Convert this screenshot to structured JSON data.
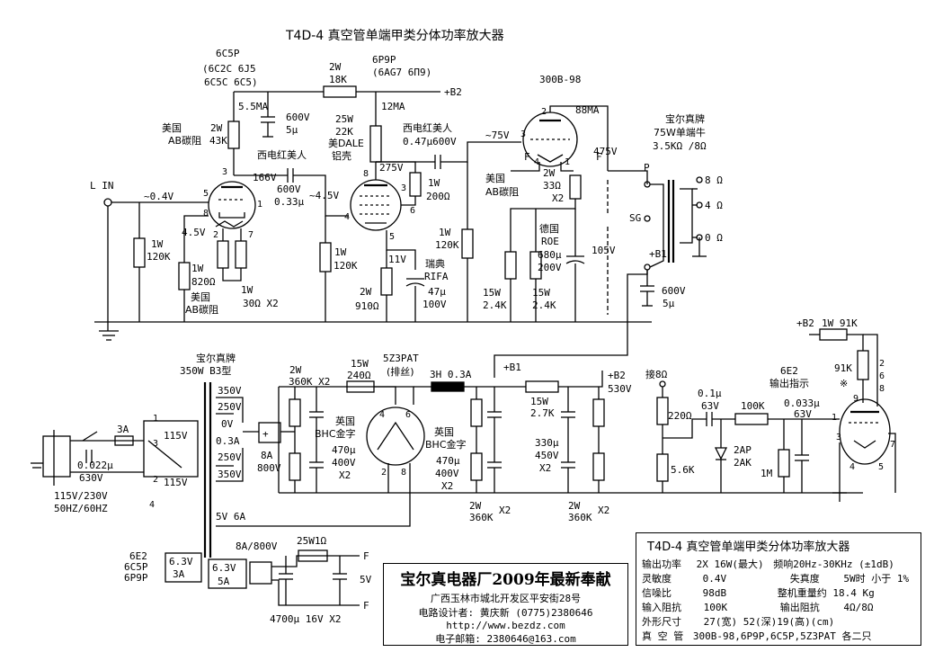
{
  "title": "T4D-4 真空管单端甲类分体功率放大器",
  "stage1": {
    "tube": "6C5P",
    "subs_1": "(6C2C 6J5",
    "subs_2": "6C5C 6C5)",
    "current": "5.5MA",
    "plate_res_brand_1": "美国",
    "plate_res_brand_2": "AB碳阻",
    "plate_res_value": "43K",
    "plate_res_power": "2W",
    "plate_voltage": "166V",
    "grid_voltage": "~0.4V",
    "cathode_voltage": "4.5V",
    "grid_res_power": "1W",
    "grid_res_value": "120K",
    "cathode_res_power": "1W",
    "cathode_res_value": "820Ω",
    "cathode_res_brand_1": "美国",
    "cathode_res_brand_2": "AB碳阻",
    "heater_res": "1W",
    "heater_res_value": "30Ω X2",
    "input_label": "L IN"
  },
  "decoupling": {
    "res_power": "2W",
    "res_value": "18K",
    "cap_voltage": "600V",
    "cap_value": "5μ",
    "b2_label": "+B2"
  },
  "coupling1": {
    "brand": "西电红美人",
    "voltage": "600V",
    "value": "0.33μ",
    "ac_level": "~4.5V",
    "grid_res_power": "1W",
    "grid_res_value": "120K"
  },
  "stage2": {
    "tube": "6P9P",
    "subs": "(6AG7 6П9)",
    "current": "12MA",
    "plate_res_power": "25W",
    "plate_res_value": "22K",
    "plate_res_brand_1": "美DALE",
    "plate_res_brand_2": "铝壳",
    "plate_voltage": "275V",
    "screen_res_power": "1W",
    "screen_res_value": "200Ω",
    "cathode_voltage": "11V",
    "cathode_res_power": "2W",
    "cathode_res_value": "910Ω",
    "cap_brand_1": "瑞典",
    "cap_brand_2": "RIFA",
    "cap_value": "47μ",
    "cap_voltage": "100V"
  },
  "coupling2": {
    "brand": "西电红美人",
    "value": "0.47μ600V",
    "ac_level": "~75V",
    "grid_res_power": "1W",
    "grid_res_value": "120K"
  },
  "output": {
    "tube": "300B-98",
    "current": "88MA",
    "plate_voltage": "475V",
    "cathode_voltage": "105V",
    "res_brand_1": "美国",
    "res_brand_2": "AB碳阻",
    "res_power": "2W",
    "res_value": "33Ω",
    "res_count": "X2",
    "cap_brand_1": "德国",
    "cap_brand_2": "ROE",
    "cap_value": "680μ",
    "cap_voltage": "200V",
    "bias_res_1": "15W",
    "bias_res_1_value": "2.4K",
    "bias_res_2": "15W",
    "bias_res_2_value": "2.4K",
    "f_left": "F",
    "f_right": "F"
  },
  "transformer": {
    "brand": "宝尔真牌",
    "type": "75W单端牛",
    "ratio": "3.5KΩ /8Ω",
    "p": "P",
    "sg": "SG",
    "b1": "+B1",
    "taps": [
      "8 Ω",
      "4 Ω",
      "0 Ω"
    ],
    "cap_voltage": "600V",
    "cap_value": "5μ"
  },
  "power": {
    "brand": "宝尔真牌",
    "type": "350W B3型",
    "primary_1": "115V",
    "primary_2": "115V",
    "fuse": "3A",
    "cap": "0.022μ",
    "cap_v": "630V",
    "mains_1": "115V/230V",
    "mains_2": "50HZ/60HZ",
    "pins": [
      "1",
      "3",
      "2",
      "4"
    ],
    "sec": [
      "350V",
      "250V",
      "0V",
      "0.3A",
      "250V",
      "350V"
    ],
    "fuse2": "8A",
    "fuse2_v": "800V",
    "bleed_power": "2W",
    "bleed": "360K X2",
    "brand_cap_1": "英国",
    "brand_cap_2": "BHC金字",
    "cap_1": "470μ",
    "cap_1_v": "400V",
    "cap_1_x": "X2",
    "r_15w": "15W",
    "r_240": "240Ω",
    "rect": "5Z3PAT",
    "rect_sub": "(排丝)",
    "rect_pins": [
      "4",
      "6",
      "2",
      "8"
    ],
    "choke": "3H 0.3A",
    "b1": "+B1",
    "brand_cap2_1": "英国",
    "brand_cap2_2": "BHC金字",
    "cap_2": "470μ",
    "cap_2_v": "400V",
    "cap_2_x": "X2",
    "r2_power": "15W",
    "r2_value": "2.7K",
    "b2": "+B2",
    "b2_v": "530V",
    "cap_3": "330μ",
    "cap_3_v": "450V",
    "cap_3_x": "X2",
    "bleed2_1": "2W",
    "bleed2_1_v": "360K",
    "bleed2_1_x": "X2",
    "bleed2_2": "2W",
    "bleed2_2_v": "360K",
    "bleed2_2_x": "X2",
    "heater_5v": "5V 6A",
    "tubes_6v": [
      "6E2",
      "6C5P",
      "6P9P"
    ],
    "heater_6v": "6.3V",
    "heater_6a": "3A",
    "heater2_v": "6.3V",
    "heater2_a": "5A",
    "bridge_fuse": "8A/800V",
    "r_25w": "25W1Ω",
    "f_out": "F",
    "f_out2": "F",
    "v5": "5V",
    "cap_4700": "4700μ 16V X2"
  },
  "indicator": {
    "b2": "+B2",
    "r_top": "1W 91K",
    "tube": "6E2",
    "label": "输出指示",
    "r_91k": "91K",
    "star": "※",
    "pins_right": [
      "2",
      "6",
      "8"
    ],
    "pin9": "9",
    "pin1": "1",
    "pin3": "3",
    "pin7": "7",
    "pin4": "4",
    "pin5": "5",
    "tap": "接8Ω",
    "r220": "220Ω",
    "cap_01": "0.1μ",
    "cap_01_v": "63V",
    "r_100k": "100K",
    "cap_033": "0.033μ",
    "cap_033_v": "63V",
    "diode": "2AP",
    "diode_2": "2AK",
    "r_56k": "5.6K",
    "r_1m": "1M"
  },
  "specs": {
    "title": "T4D-4 真空管单端甲类分体功率放大器",
    "rows": [
      [
        "输出功率",
        "2X 16W(最大)",
        "频响20Hz-30KHz (±1dB)"
      ],
      [
        "灵敏度",
        "0.4V",
        "失真度",
        "5W时 小于 1%"
      ],
      [
        "信噪比",
        "98dB",
        "整机重量约 18.4 Kg"
      ],
      [
        "输入阻抗",
        "100K",
        "输出阻抗",
        "4Ω/8Ω"
      ],
      [
        "外形尺寸",
        "27(宽) 52(深)19(高)(cm)"
      ],
      [
        "真 空 管",
        "300B-98,6P9P,6C5P,5Z3PAT 各二只"
      ]
    ]
  },
  "maker": {
    "name": "宝尔真电器厂2009年最新奉献",
    "address": "广西玉林市城北开发区平安街28号",
    "designer": "电路设计者: 黄庆新   (0775)2380646",
    "web": "http://www.bezdz.com",
    "email": "电子邮箱: 2380646@163.com"
  }
}
